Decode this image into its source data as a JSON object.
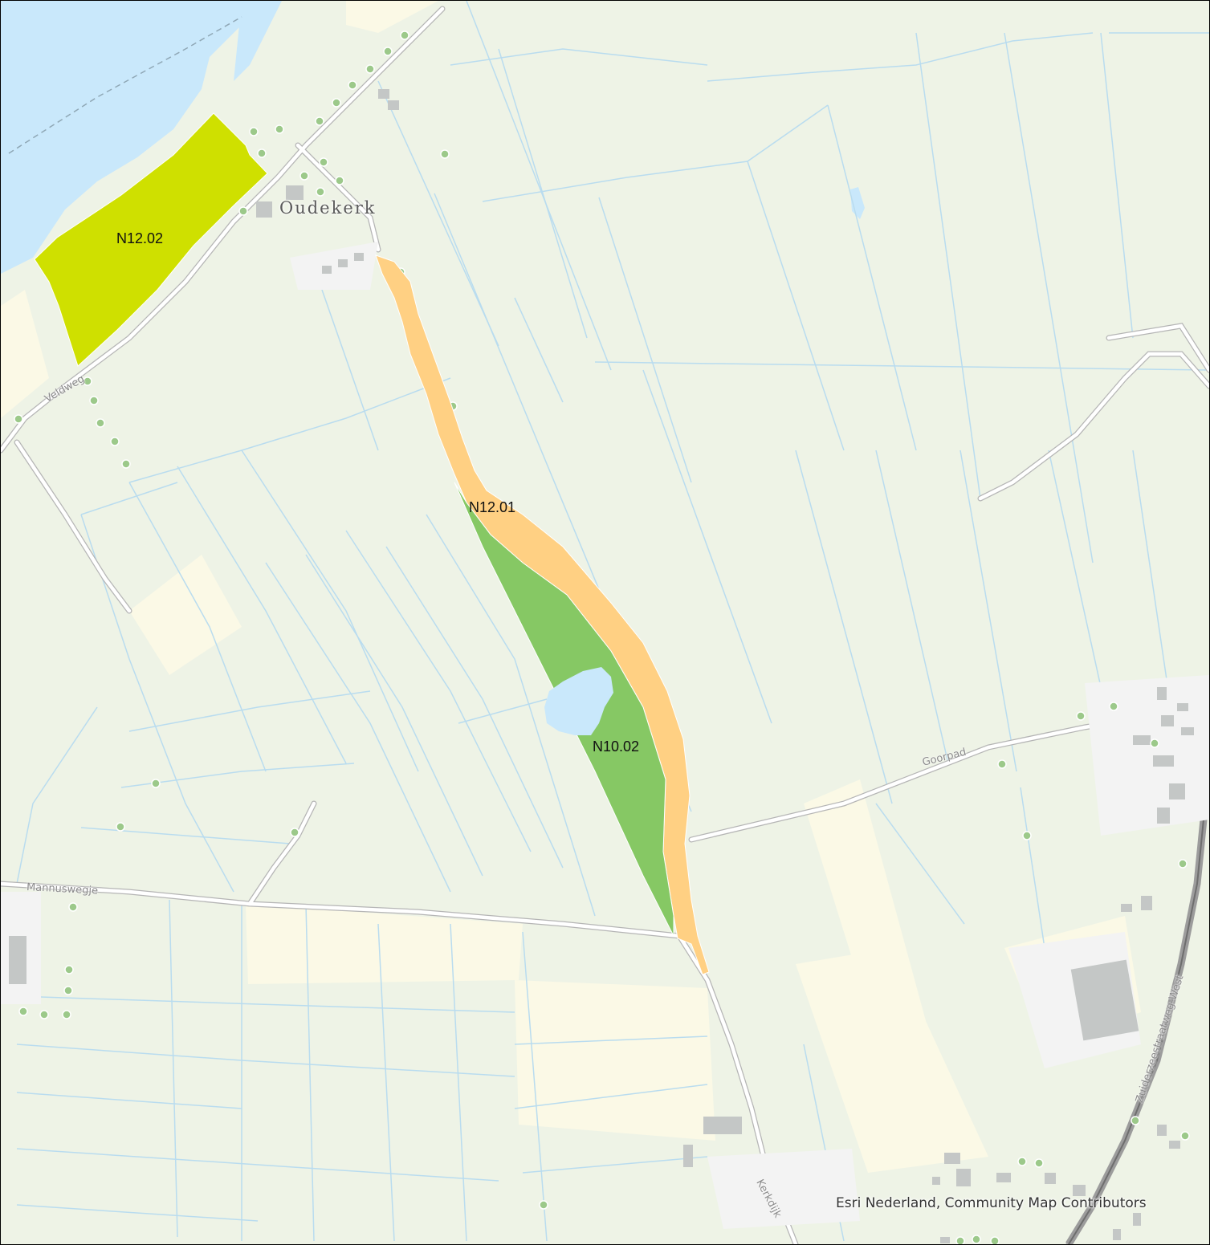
{
  "map": {
    "place_labels": {
      "oudekerk": "Oudekerk"
    },
    "road_labels": {
      "veldweg": "Veldweg",
      "mannuswegje": "Mannuswegje",
      "goorpad": "Goorpad",
      "kerkdijk": "Kerkdijk",
      "zuiderzeestraatweg": "Zuiderzeestraatweg-West"
    },
    "areas": [
      {
        "code": "N12.02",
        "color": "#cfe000"
      },
      {
        "code": "N12.01",
        "color": "#ffd083"
      },
      {
        "code": "N10.02",
        "color": "#86c864"
      }
    ],
    "attribution": "Esri Nederland, Community Map Contributors",
    "colors": {
      "land": "#eef3e6",
      "water": "#c9e8fb",
      "ditch": "#b9dcef",
      "road": "#ffffff",
      "road_casing": "#b5b5b5",
      "farmland": "#fbf9e6",
      "building": "#c4c7c6",
      "tree": "#9cc98a"
    }
  }
}
